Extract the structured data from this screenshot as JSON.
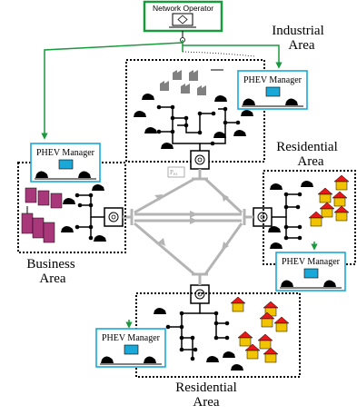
{
  "network_operator": {
    "label": "Network Operator"
  },
  "areas": {
    "industrial": {
      "line1": "Industrial",
      "line2": "Area"
    },
    "residential_right": {
      "line1": "Residential",
      "line2": "Area"
    },
    "business": {
      "line1": "Business",
      "line2": "Area"
    },
    "residential_bottom": {
      "line1": "Residential",
      "line2": "Area"
    }
  },
  "managers": {
    "industrial": "PHEV Manager",
    "business": "PHEV Manager",
    "residential_right": "PHEV Manager",
    "residential_bottom": "PHEV Manager"
  },
  "power_flow_label": "P",
  "power_flow_subscript": "ex",
  "colors": {
    "green": "#1a9a3e",
    "cyan": "#19a8d8",
    "grid_line": "#b4b4b4",
    "factory": "#808080",
    "office": "#a8387a",
    "house_roof": "#e81818",
    "house_body": "#f2c400"
  }
}
